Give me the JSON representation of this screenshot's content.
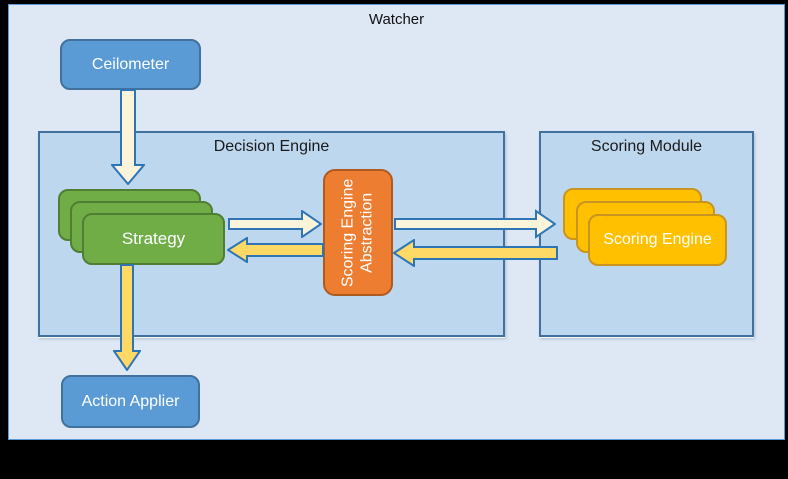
{
  "title": "Watcher",
  "panels": {
    "decision_engine": {
      "title": "Decision Engine"
    },
    "scoring_module": {
      "title": "Scoring Module"
    }
  },
  "nodes": {
    "ceilometer": {
      "label": "Ceilometer"
    },
    "strategy": {
      "label": "Strategy",
      "stacked_count": 3
    },
    "scoring_engine_abstraction": {
      "line1": "Scoring Engine",
      "line2": "Abstraction"
    },
    "scoring_engine": {
      "label": "Scoring Engine",
      "stacked_count": 3
    },
    "action_applier": {
      "label": "Action Applier"
    }
  },
  "edges": [
    {
      "from": "ceilometer",
      "to": "strategy",
      "direction": "down",
      "style": "cream"
    },
    {
      "from": "strategy",
      "to": "scoring_engine_abstraction",
      "direction": "right",
      "style": "cream"
    },
    {
      "from": "scoring_engine_abstraction",
      "to": "strategy",
      "direction": "left",
      "style": "gold"
    },
    {
      "from": "scoring_engine_abstraction",
      "to": "scoring_engine",
      "direction": "right",
      "style": "cream"
    },
    {
      "from": "scoring_engine",
      "to": "scoring_engine_abstraction",
      "direction": "left",
      "style": "gold"
    },
    {
      "from": "strategy",
      "to": "action_applier",
      "direction": "down",
      "style": "gold"
    }
  ],
  "colors": {
    "arrow_cream": "#FBF4DB",
    "arrow_gold": "#FFD966",
    "arrow_stroke": "#2E75B6",
    "panel_fill": "#BDD7EE",
    "panel_border": "#41719C",
    "container_fill": "#DEE8F5",
    "node_blue": "#5B9BD5",
    "node_green": "#70AD47",
    "node_gold": "#FFC000",
    "node_orange": "#ED7D31",
    "frame": "#000000"
  }
}
